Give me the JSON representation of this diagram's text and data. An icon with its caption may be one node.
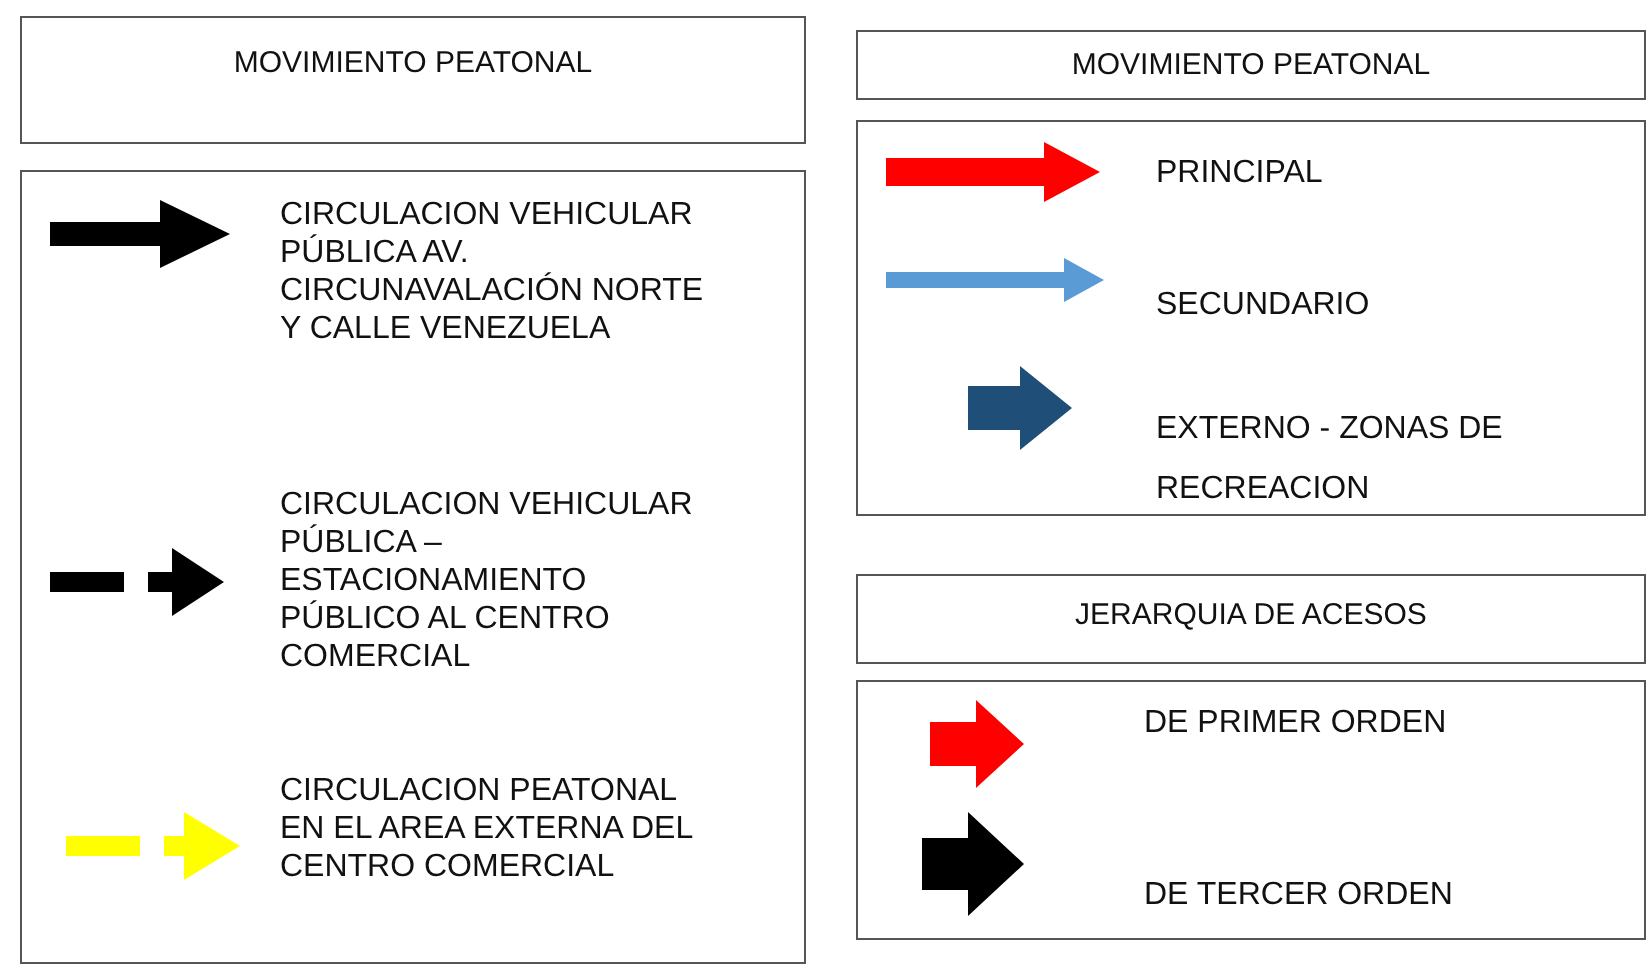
{
  "diagram": {
    "nodes": [
      {
        "text": [
          "MOVIMIENTO PEATONAL"
        ]
      },
      {
        "text": [],
        "shape": "box"
      },
      {
        "text": [
          "MOVIMIENTO PEATONAL"
        ]
      },
      {
        "text": [],
        "shape": "box"
      },
      {
        "text": [
          "JERARQUIA DE ACESOS"
        ]
      },
      {
        "text": [],
        "shape": "box"
      }
    ],
    "legend": [
      {
        "text": "CIRCULACION VEHICULAR PÚBLICA AV. CIRCUNAVALACIÓN NORTE Y CALLE VENEZUELA"
      },
      {
        "text": "CIRCULACION VEHICULAR PÚBLICA – ESTACIONAMIENTO PÚBLICO AL CENTRO COMERCIAL"
      },
      {
        "text": "CIRCULACION PEATONAL EN EL AREA EXTERNA DEL CENTRO COMERCIAL"
      },
      {
        "text": "PRINCIPAL"
      },
      {
        "text": "SECUNDARIO"
      },
      {
        "text": "EXTERNO - ZONAS DE RECREACION"
      },
      {
        "text": "DE PRIMER ORDEN"
      },
      {
        "text": "DE TERCER ORDEN"
      }
    ]
  }
}
